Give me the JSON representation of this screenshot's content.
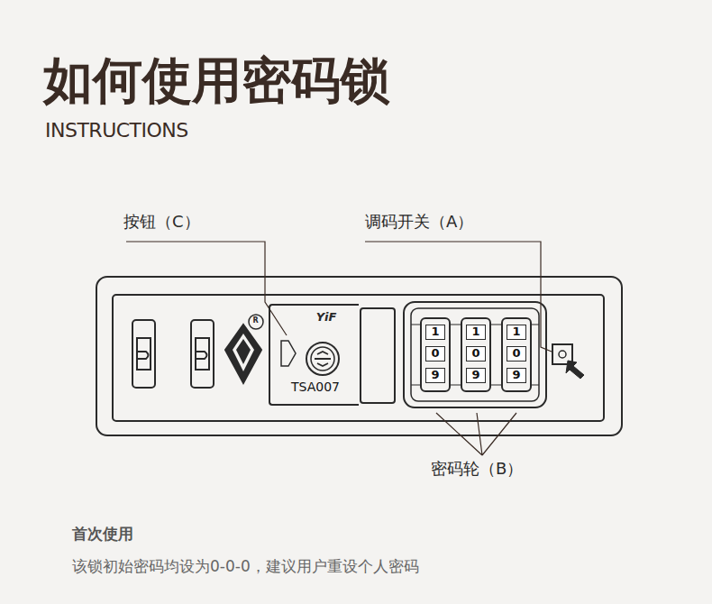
{
  "diagram": {
    "title": "如何使用密码锁",
    "nodes": [
      {
        "text": [
          "YiF",
          "TSA007"
        ]
      },
      {
        "text": [
          "1",
          "0",
          "9"
        ]
      },
      {
        "text": [
          "1",
          "0",
          "9"
        ]
      },
      {
        "text": [
          "1",
          "0",
          "9"
        ]
      }
    ],
    "labels": [
      "INSTRUCTIONS",
      "按钮（C）",
      "调码开关（A）",
      "R",
      "密码轮（B）",
      "首次使用",
      "该锁初始密码均设为0-0-0，建议用户重设个人密码"
    ]
  }
}
